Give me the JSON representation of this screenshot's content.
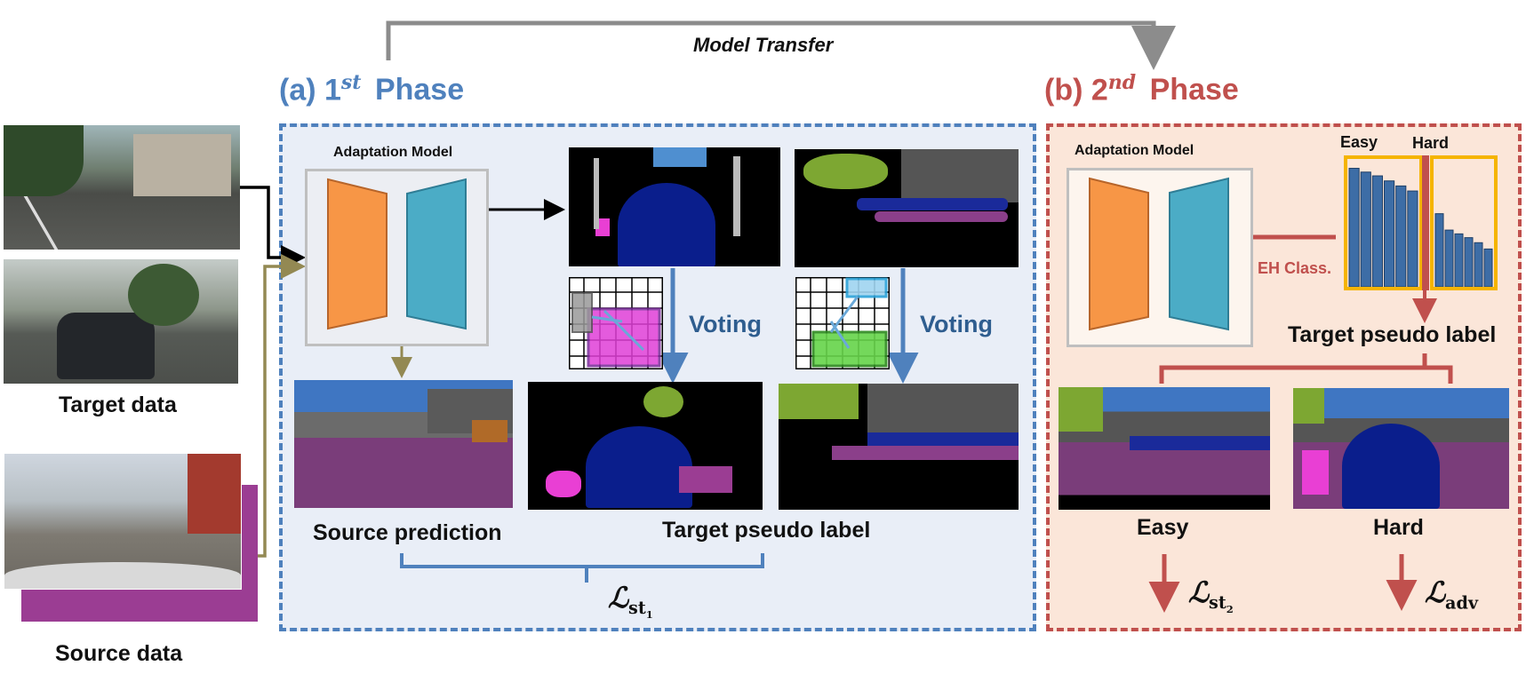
{
  "colors": {
    "phase_a": "#4f81bd",
    "phase_b": "#c0504d",
    "encoder": "#f79646",
    "decoder": "#4bacc6",
    "easy_hard_box": "#f5b400",
    "bars": "#3d6da6",
    "transfer_arrow": "#8c8c8c",
    "source_arrow": "#938953"
  },
  "top": {
    "model_transfer": "Model Transfer"
  },
  "phase_a": {
    "label_prefix": "(a)  1",
    "label_sup": "st",
    "label_suffix": "Phase",
    "model_title": "Adaptation Model",
    "voting_1": "Voting",
    "voting_2": "Voting",
    "source_prediction": "Source prediction",
    "target_pseudo_label": "Target pseudo label",
    "loss_main": "ℒ",
    "loss_sub": "st",
    "loss_subsub": "1"
  },
  "phase_b": {
    "label_prefix": "(b)  2",
    "label_sup": "nd",
    "label_suffix": "Phase",
    "model_title": "Adaptation Model",
    "easy_header": "Easy",
    "hard_header": "Hard",
    "eh_class": "EH Class.",
    "target_pseudo_label": "Target pseudo label",
    "easy_caption": "Easy",
    "hard_caption": "Hard",
    "loss_st_main": "ℒ",
    "loss_st_sub": "st",
    "loss_st_subsub": "2",
    "loss_adv_main": "ℒ",
    "loss_adv_sub": "adv"
  },
  "left": {
    "target_data": "Target data",
    "source_data": "Source data"
  },
  "easy_bars": [
    0.94,
    0.91,
    0.88,
    0.84,
    0.8,
    0.76
  ],
  "hard_bars": [
    0.58,
    0.45,
    0.42,
    0.39,
    0.35,
    0.3
  ]
}
